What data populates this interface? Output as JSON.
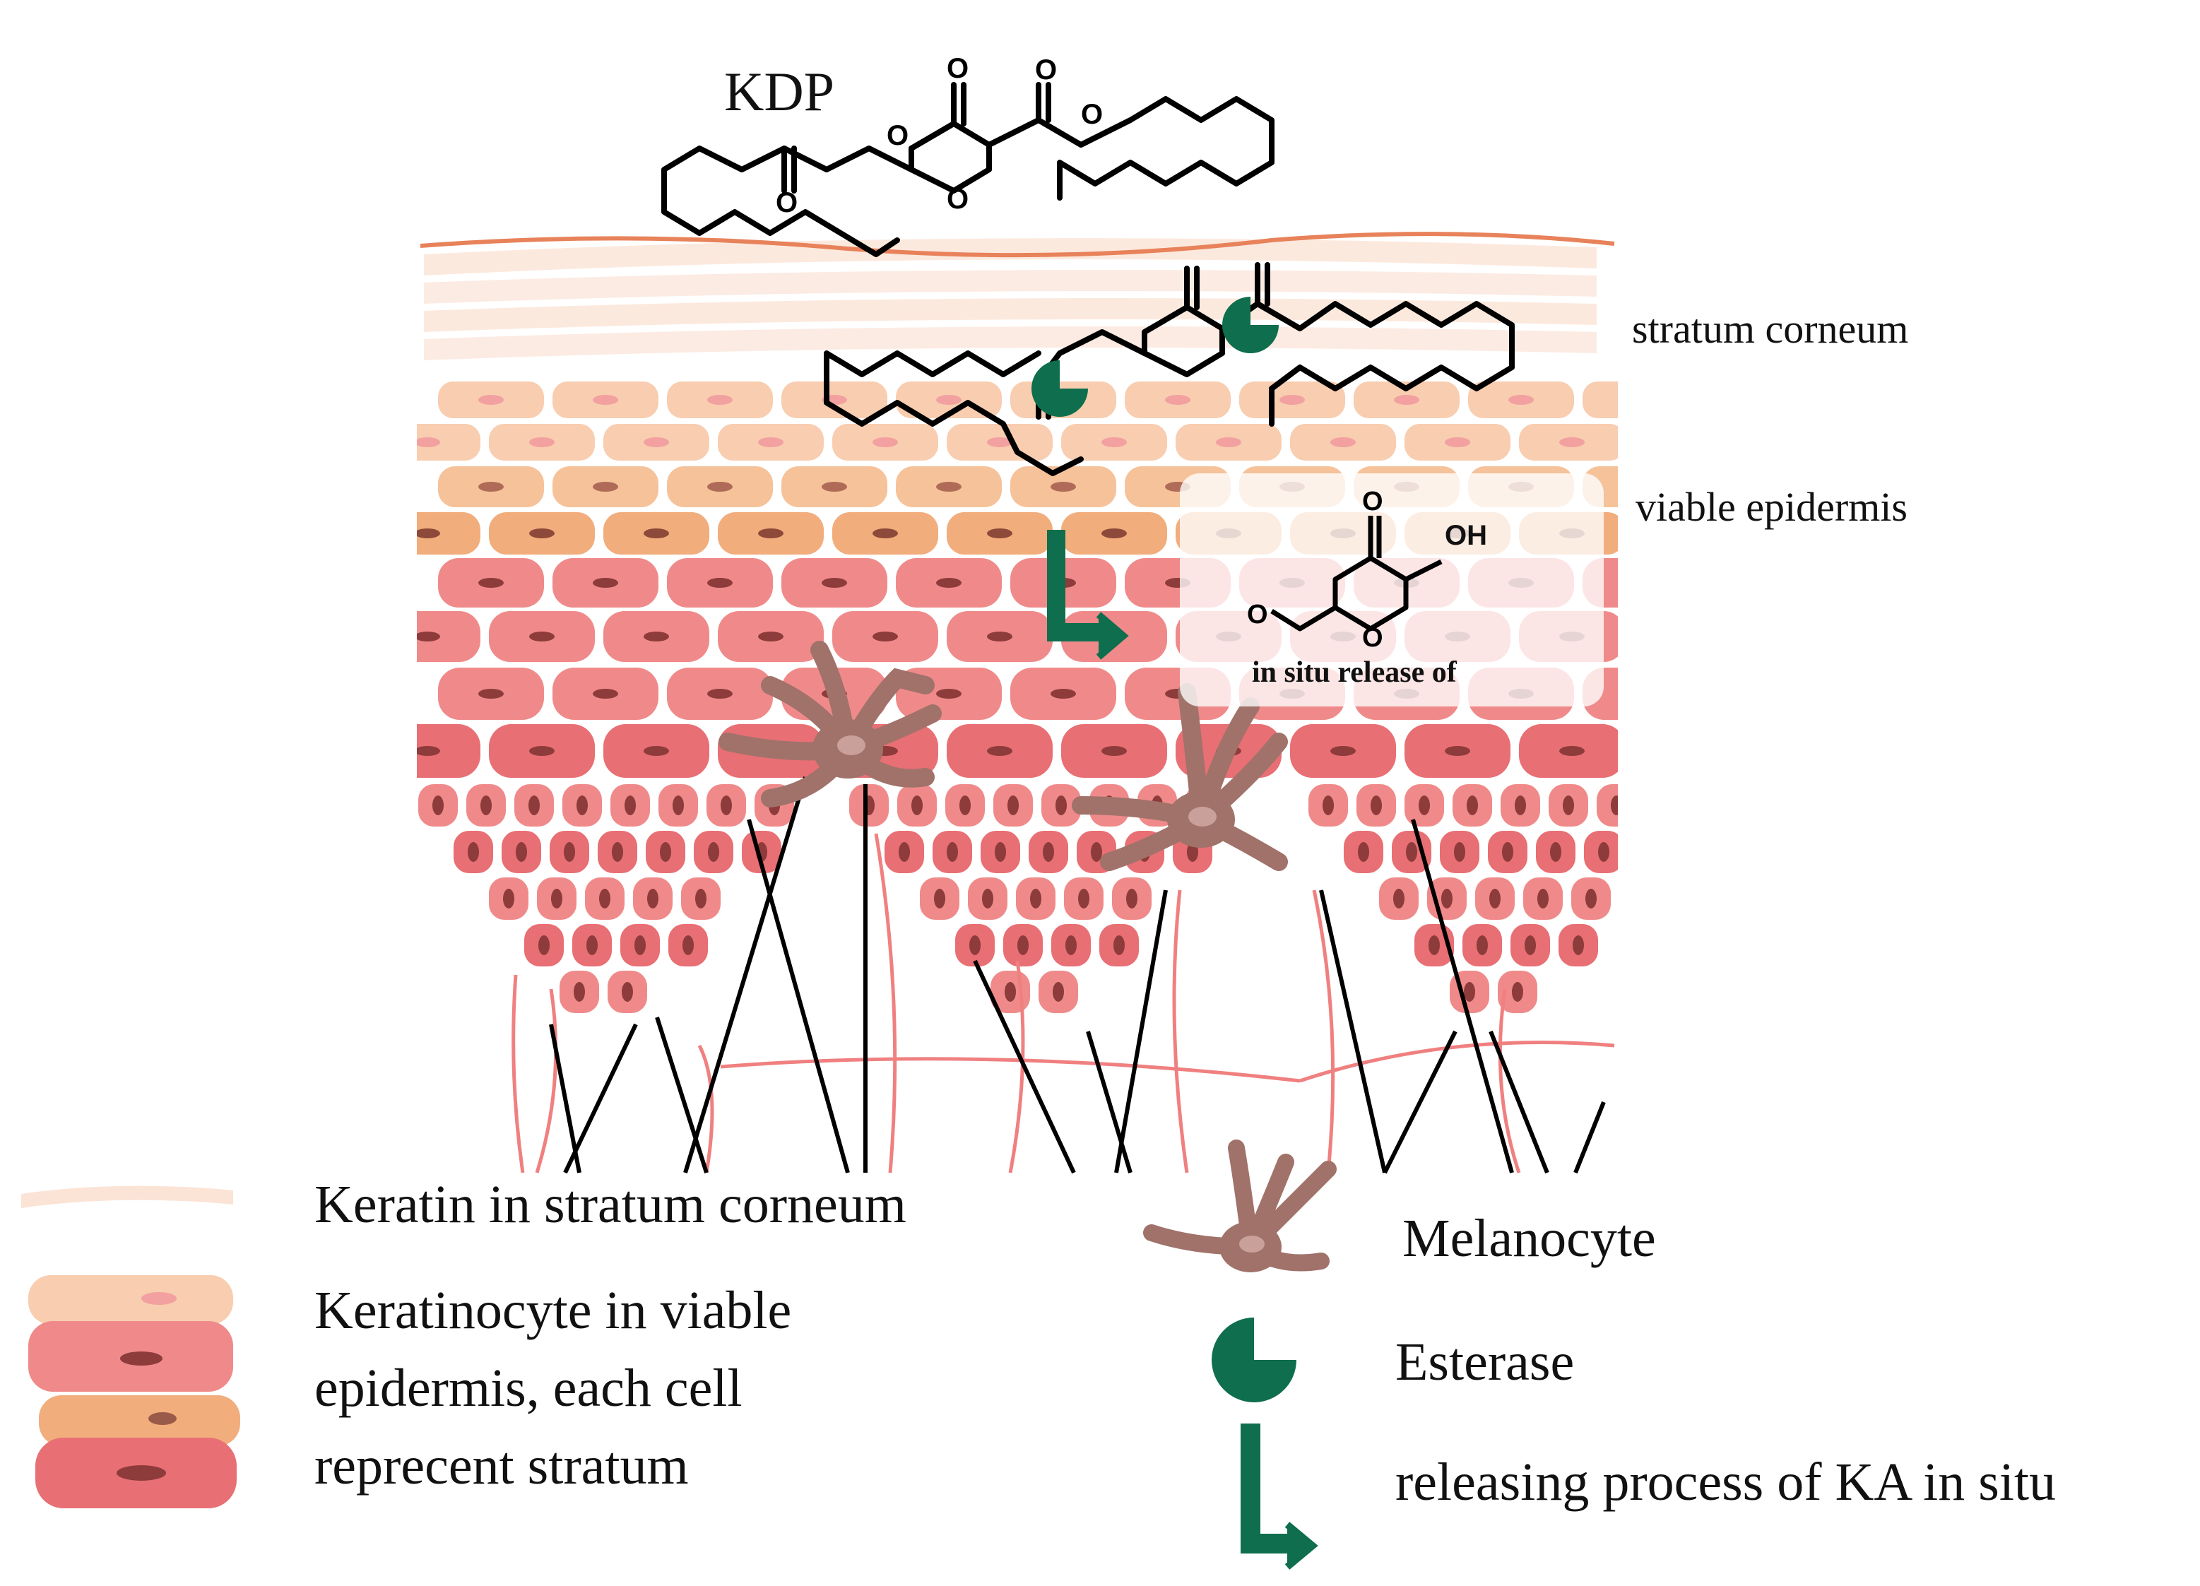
{
  "diagram": {
    "molecule_label": "KDP",
    "layer_labels": {
      "stratum_corneum": "stratum corneum",
      "viable_epidermis": "viable epidermis"
    },
    "inset": {
      "caption": "in situ release of",
      "hydroxyl": "OH"
    },
    "legend": {
      "keratin": "Keratin in stratum corneum",
      "keratinocyte_lines": [
        "Keratinocyte in viable",
        "epidermis, each cell",
        "reprecent stratum"
      ],
      "melanocyte": "Melanocyte",
      "esterase": "Esterase",
      "release": "releasing process of KA in situ"
    },
    "colors": {
      "keratin": "#fbe3d6",
      "stratum_line": "#e8825a",
      "cell_light": "#f8cdb0",
      "cell_orange": "#f2ad7c",
      "cell_pink": "#f08a8a",
      "cell_red": "#e86f74",
      "nucleus": "#8d3b3b",
      "fiber_red": "#f08080",
      "fiber_black": "#000000",
      "melanocyte": "#a0726a",
      "esterase": "#0f6e4d",
      "arrow": "#0f6e4d"
    }
  }
}
